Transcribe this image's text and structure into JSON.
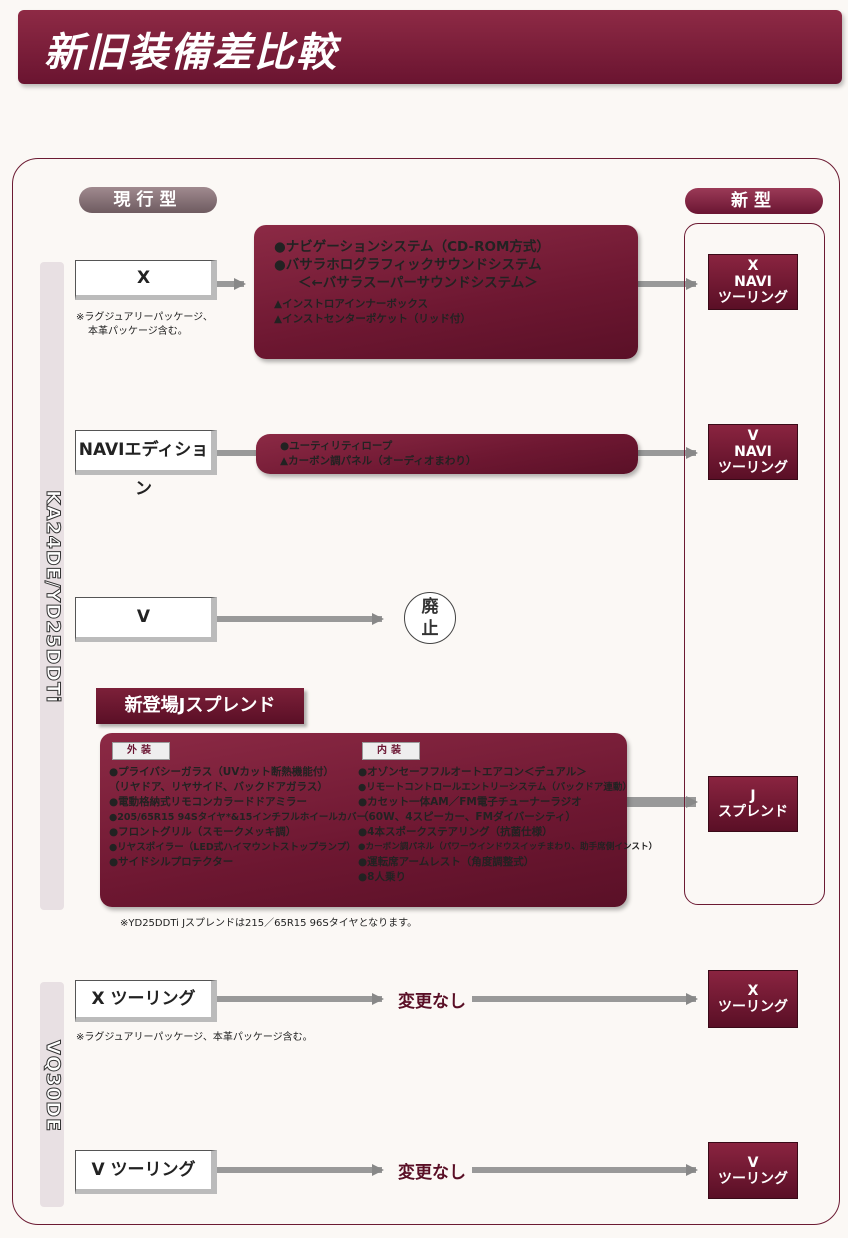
{
  "header": {
    "title": "新旧装備差比較"
  },
  "labels": {
    "current": "現行型",
    "new": "新型"
  },
  "engines": {
    "group1": "KA24DE/YD25DDTi",
    "group2": "VQ30DE"
  },
  "old_models": {
    "x": "X",
    "x_note": [
      "※ラグジュアリーパッケージ、",
      "本革パッケージ含む。"
    ],
    "navi": "NAVIエディション",
    "v": "V",
    "x_touring": "X ツーリング",
    "x_touring_note": "※ラグジュアリーパッケージ、本革パッケージ含む。",
    "v_touring": "V ツーリング"
  },
  "new_models": {
    "x_navi": [
      "X",
      "NAVI",
      "ツーリング"
    ],
    "v_navi": [
      "V",
      "NAVI",
      "ツーリング"
    ],
    "j": [
      "J",
      "スプレンド"
    ],
    "x_touring": [
      "X",
      "ツーリング"
    ],
    "v_touring": [
      "V",
      "ツーリング"
    ]
  },
  "x_features": {
    "main": [
      "●ナビゲーションシステム（CD-ROM方式）",
      "●バサラホログラフィックサウンドシステム",
      "＜←バサラスーパーサウンドシステム＞"
    ],
    "sub": [
      "▲インストロアインナーボックス",
      "▲インストセンターポケット（リッド付）"
    ]
  },
  "navi_features": [
    "●ユーティリティロープ",
    "▲カーボン調パネル（オーディオまわり）"
  ],
  "discontinued": [
    "廃",
    "止"
  ],
  "j_splend": {
    "title": "新登場Jスプレンド",
    "exterior_tag": "外装",
    "interior_tag": "内装",
    "exterior": [
      "●プライバシーガラス（UVカット断熱機能付）",
      "（リヤドア、リヤサイド、バックドアガラス）",
      "●電動格納式リモコンカラードドアミラー",
      "●205/65R15 94Sタイヤ*&15インチフルホイールカバー",
      "●フロントグリル（スモークメッキ調）",
      "●リヤスポイラー（LED式ハイマウントストップランプ）",
      "●サイドシルプロテクター"
    ],
    "interior": [
      "●オゾンセーフフルオートエアコン＜デュアル＞",
      "●リモートコントロールエントリーシステム（バックドア連動）",
      "●カセット一体AM／FM電子チューナーラジオ",
      "（60W、4スピーカー、FMダイバーシティ）",
      "●4本スポークステアリング（抗菌仕様）",
      "●カーボン調パネル（パワーウインドウスイッチまわり、助手席側インスト）",
      "●運転席アームレスト（角度調整式）",
      "●8人乗り"
    ],
    "footnote": "※YD25DDTi Jスプレンドは215／65R15 96Sタイヤとなります。"
  },
  "no_change": "変更なし",
  "colors": {
    "brand": "#7a1e38",
    "accent_dark": "#5a0f26"
  }
}
